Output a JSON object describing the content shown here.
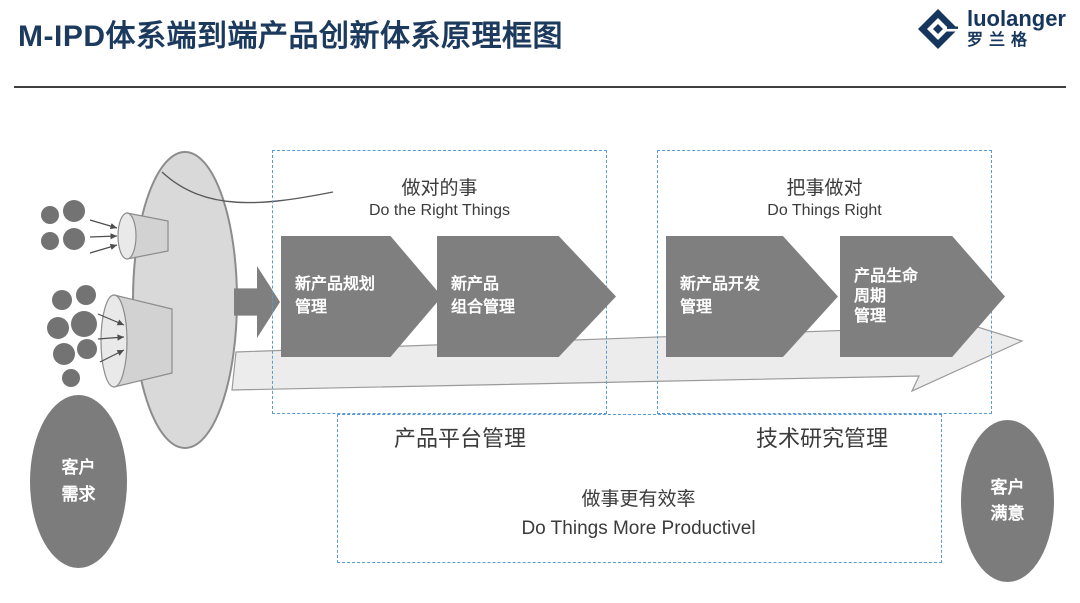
{
  "header": {
    "title": "M-IPD体系端到端产品创新体系原理框图",
    "logo_name": "luolanger",
    "logo_cn": "罗兰格"
  },
  "diagram": {
    "customer_needs": {
      "line1": "客户",
      "line2": "需求"
    },
    "customer_satisfaction": {
      "line1": "客户",
      "line2": "满意"
    },
    "group_left": {
      "title_cn": "做对的事",
      "title_en": "Do the Right Things",
      "steps": [
        {
          "lines": [
            "新产品规划",
            "管理"
          ]
        },
        {
          "lines": [
            "新产品",
            "组合管理"
          ]
        }
      ]
    },
    "group_right": {
      "title_cn": "把事做对",
      "title_en": "Do Things Right",
      "steps": [
        {
          "lines": [
            "新产品开发",
            "管理"
          ]
        },
        {
          "lines": [
            "产品生命",
            "周期",
            "管理"
          ]
        }
      ]
    },
    "platform_label": "产品平台管理",
    "tech_label": "技术研究管理",
    "productivity": {
      "title_cn": "做事更有效率",
      "title_en": "Do Things  More Productivel"
    }
  }
}
